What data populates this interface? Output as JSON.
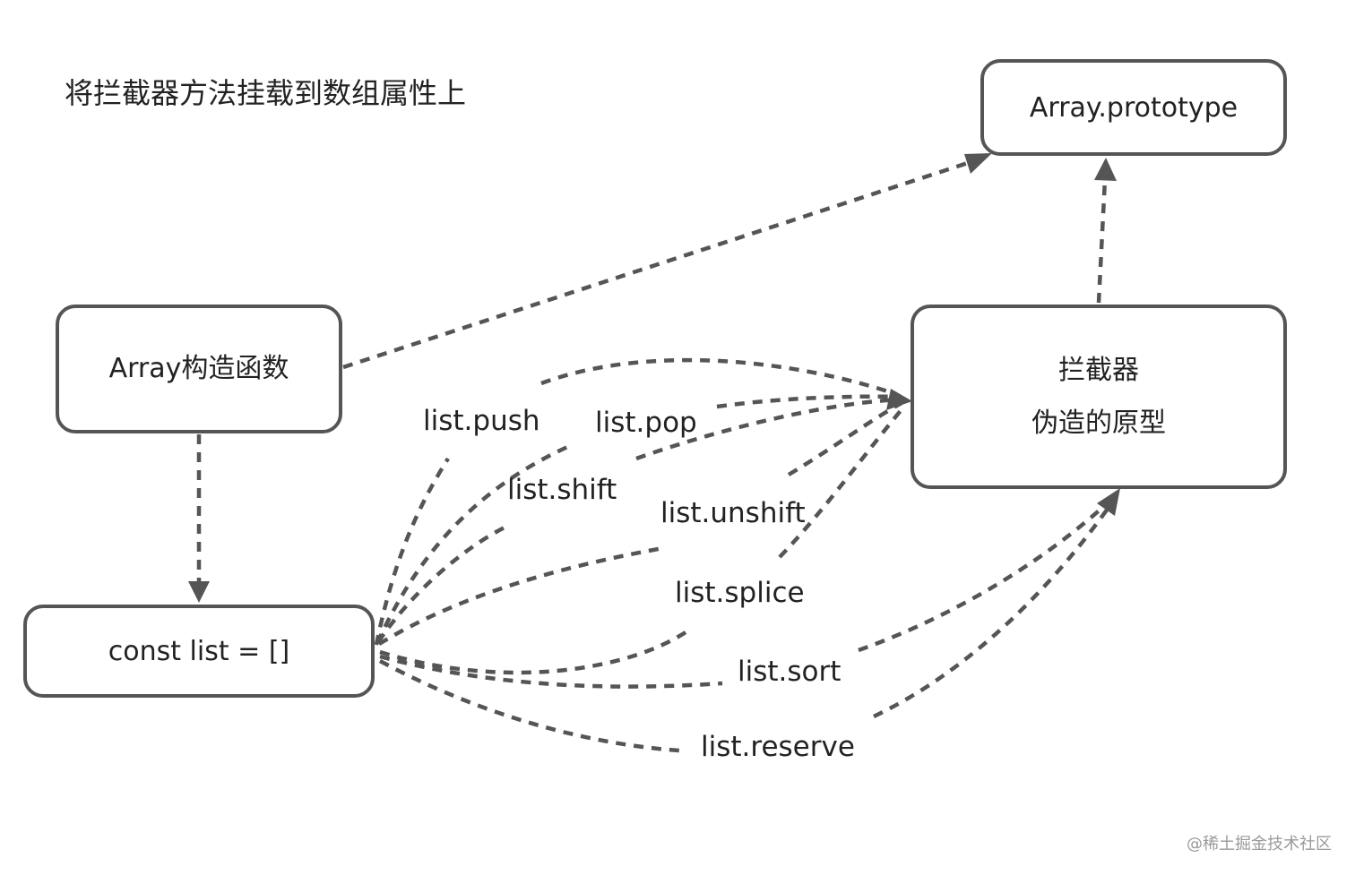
{
  "title": "将拦截器方法挂载到数组属性上",
  "nodes": {
    "array_prototype": "Array.prototype",
    "array_constructor": "Array构造函数",
    "interceptor": {
      "line1": "拦截器",
      "line2": "伪造的原型"
    },
    "list_decl": "const  list = []"
  },
  "methods": {
    "push": "list.push",
    "pop": "list.pop",
    "shift": "list.shift",
    "unshift": "list.unshift",
    "splice": "list.splice",
    "sort": "list.sort",
    "reserve": "list.reserve"
  },
  "watermark": "@稀土掘金技术社区",
  "colors": {
    "stroke": "#555555",
    "text": "#222222",
    "watermark": "#9a9a9a"
  }
}
